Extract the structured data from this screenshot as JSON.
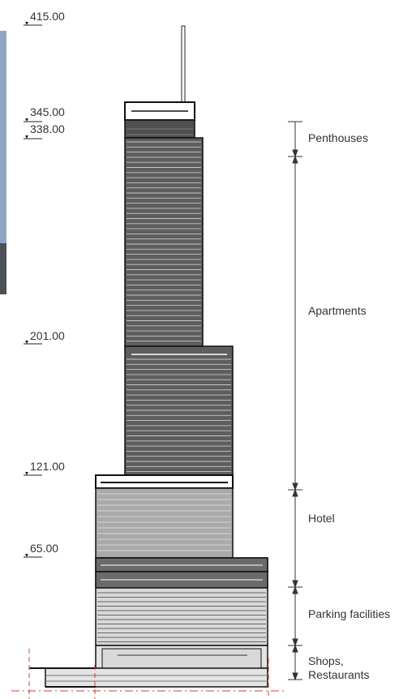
{
  "elevations": [
    "415.00",
    "345.00",
    "338.00",
    "201.00",
    "121.00",
    "65.00"
  ],
  "zones": [
    {
      "lines": [
        "Penthouses"
      ]
    },
    {
      "lines": [
        "Apartments"
      ]
    },
    {
      "lines": [
        "Hotel"
      ]
    },
    {
      "lines": [
        "Parking facilities"
      ]
    },
    {
      "lines": [
        "Shops,",
        "Restaurants"
      ]
    }
  ],
  "colors": {
    "penthouse": "#505050",
    "apartment": "#5e5e5e",
    "hotel": "#aaaaaa",
    "parking": "#d8d8d8",
    "base": "#e4e4e4",
    "dim": "#333333",
    "guide": "#d23c3c",
    "photo_strip": "#8fa6c3"
  }
}
